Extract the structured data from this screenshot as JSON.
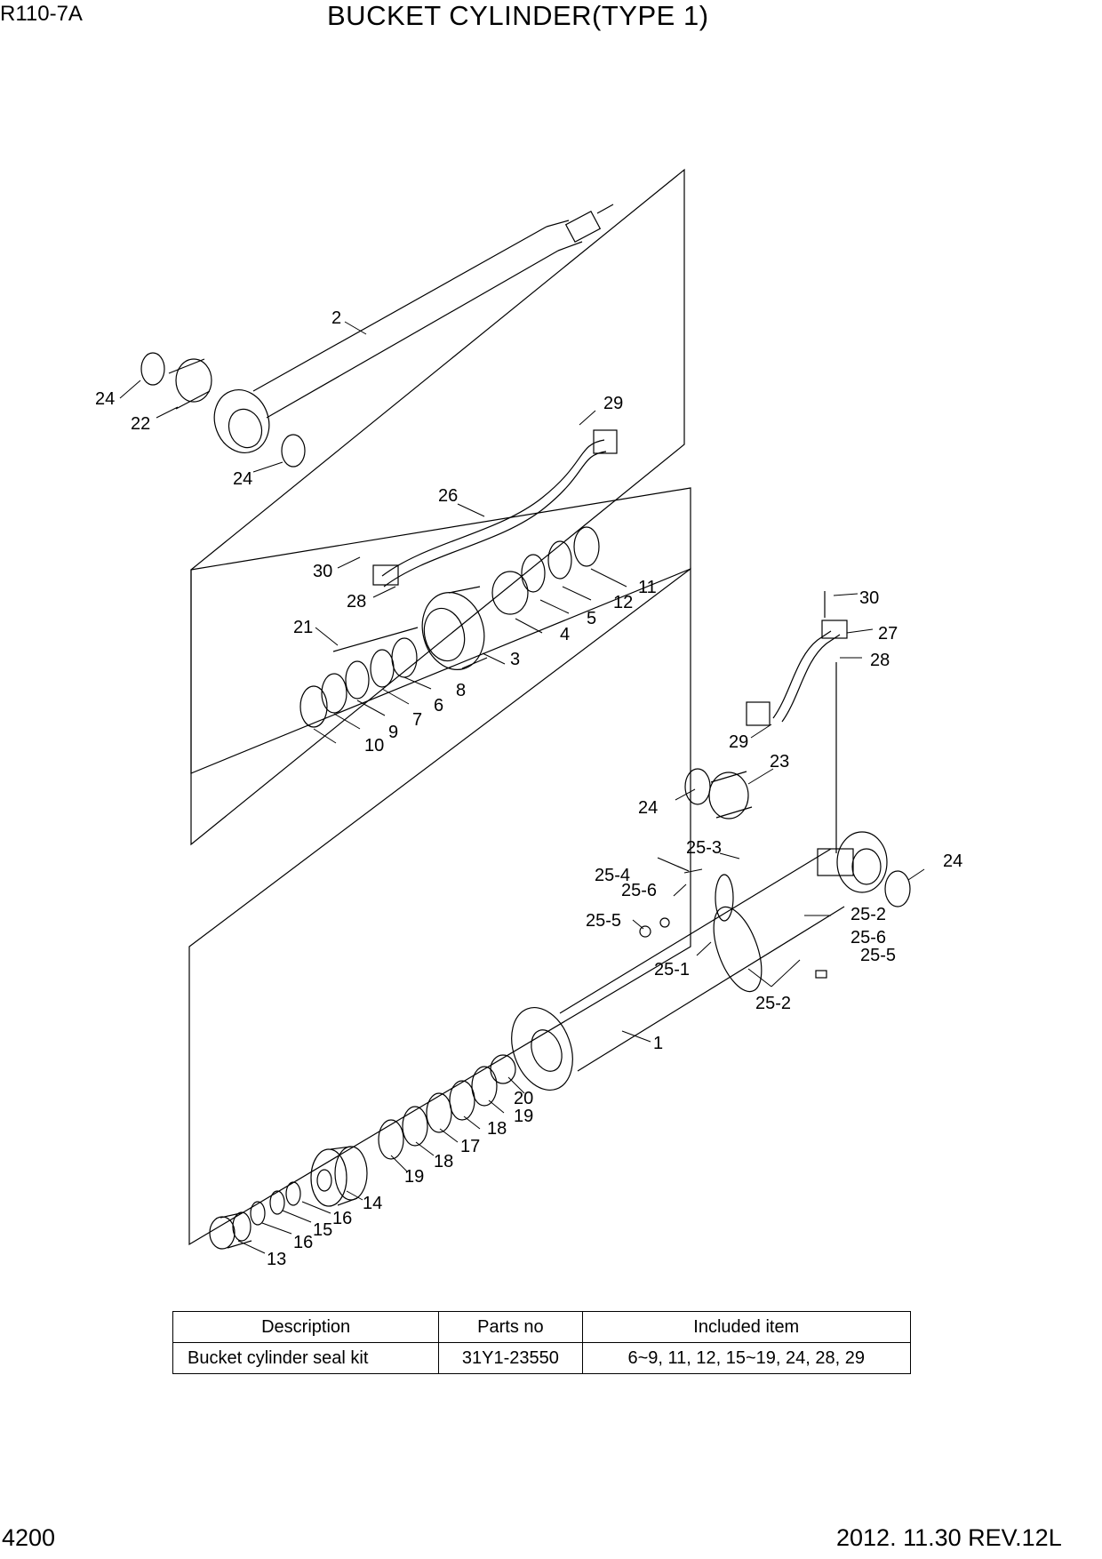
{
  "header": {
    "model": "R110-7A",
    "title": "BUCKET CYLINDER(TYPE 1)"
  },
  "footer": {
    "page_number": "4200",
    "revision": "2012. 11.30  REV.12L"
  },
  "callouts": {
    "c1": "1",
    "c2": "2",
    "c3": "3",
    "c4": "4",
    "c5": "5",
    "c6": "6",
    "c7": "7",
    "c8": "8",
    "c9": "9",
    "c10": "10",
    "c11": "11",
    "c12": "12",
    "c13": "13",
    "c14": "14",
    "c15": "15",
    "c16a": "16",
    "c16b": "16",
    "c17": "17",
    "c18a": "18",
    "c18b": "18",
    "c19a": "19",
    "c19b": "19",
    "c20": "20",
    "c21": "21",
    "c22": "22",
    "c23": "23",
    "c24a": "24",
    "c24b": "24",
    "c24c": "24",
    "c24d": "24",
    "c25_1": "25-1",
    "c25_2a": "25-2",
    "c25_2b": "25-2",
    "c25_3": "25-3",
    "c25_4": "25-4",
    "c25_5a": "25-5",
    "c25_5b": "25-5",
    "c25_6a": "25-6",
    "c25_6b": "25-6",
    "c26": "26",
    "c27": "27",
    "c28a": "28",
    "c28b": "28",
    "c29a": "29",
    "c29b": "29",
    "c30a": "30",
    "c30b": "30"
  },
  "kit_table": {
    "headers": [
      "Description",
      "Parts no",
      "Included item"
    ],
    "rows": [
      [
        "Bucket cylinder seal kit",
        "31Y1-23550",
        "6~9, 11, 12, 15~19, 24, 28, 29"
      ]
    ]
  }
}
